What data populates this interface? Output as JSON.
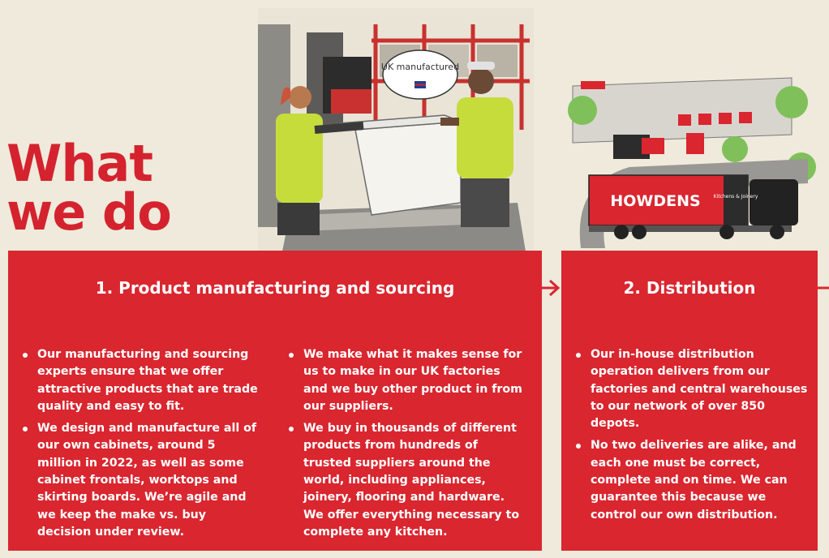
{
  "page_title": {
    "line1": "What",
    "line2": "we do"
  },
  "illustrations": {
    "left_sign": "UK manufactured"
  },
  "sections": [
    {
      "heading": "1. Product manufacturing and sourcing",
      "col1": [
        "Our manufacturing and sourcing experts ensure that we offer attractive products that are trade quality and easy to fit.",
        "We design and manufacture all of our own cabinets, around 5 million in 2022, as well as some cabinet frontals, worktops and skirting boards. We’re agile and we keep the make vs. buy decision under review."
      ],
      "col2": [
        "We make what it makes sense for us to make in our UK factories and we buy other product in from our suppliers.",
        "We buy in thousands of different products from hundreds of trusted suppliers around the world, including appliances, joinery, flooring and hardware. We offer everything necessary to complete any kitchen."
      ]
    },
    {
      "heading": "2. Distribution",
      "col1": [
        "Our in-house distribution operation delivers from our factories and central warehouses to our network of over 850 depots.",
        "No two deliveries are alike, and each one must be correct, complete and on time. We can guarantee this because we control our own distribution."
      ],
      "truck_brand": "HOWDENS",
      "truck_sub": "Kitchens & Joinery"
    }
  ],
  "colors": {
    "brand_red": "#d9262f",
    "background": "#efeadb"
  }
}
